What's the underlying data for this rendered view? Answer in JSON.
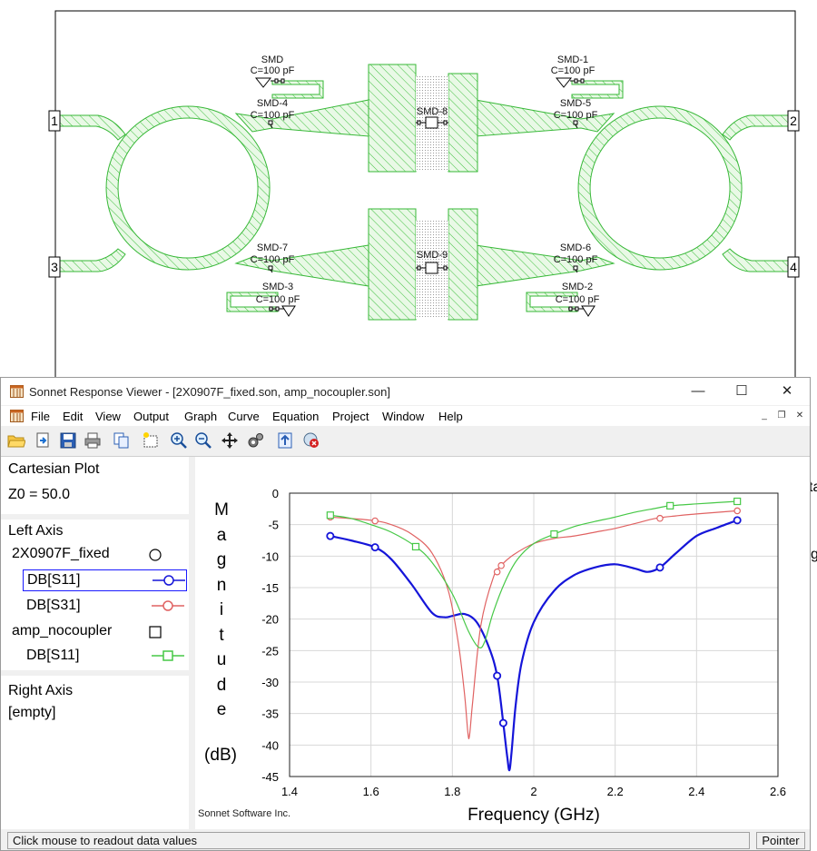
{
  "layout": {
    "ports": [
      "1",
      "2",
      "3",
      "4"
    ],
    "components": [
      {
        "id": "smd",
        "name": "SMD",
        "value": "C=100 pF"
      },
      {
        "id": "smd-1",
        "name": "SMD-1",
        "value": "C=100 pF"
      },
      {
        "id": "smd-4",
        "name": "SMD-4",
        "value": "C=100 pF"
      },
      {
        "id": "smd-5",
        "name": "SMD-5",
        "value": "C=100 pF"
      },
      {
        "id": "smd-8",
        "name": "SMD-8",
        "value": ""
      },
      {
        "id": "smd-7",
        "name": "SMD-7",
        "value": "C=100 pF"
      },
      {
        "id": "smd-6",
        "name": "SMD-6",
        "value": "C=100 pF"
      },
      {
        "id": "smd-9",
        "name": "SMD-9",
        "value": ""
      },
      {
        "id": "smd-3",
        "name": "SMD-3",
        "value": "C=100 pF"
      },
      {
        "id": "smd-2",
        "name": "SMD-2",
        "value": "C=100 pF"
      }
    ]
  },
  "window": {
    "title": "Sonnet Response Viewer - [2X0907F_fixed.son, amp_nocoupler.son]",
    "controls": {
      "minimize": "—",
      "maximize": "☐",
      "close": "✕"
    },
    "mdi_controls": {
      "minimize": "_",
      "restore": "❐",
      "close": "✕"
    }
  },
  "menu": [
    "File",
    "Edit",
    "View",
    "Output",
    "Graph",
    "Curve",
    "Equation",
    "Project",
    "Window",
    "Help"
  ],
  "toolbar": [
    "open-icon",
    "import-icon",
    "save-icon",
    "print-icon",
    "copy-icon",
    "select-icon",
    "zoom-in-icon",
    "zoom-out-icon",
    "pan-icon",
    "settings-icon",
    "refresh-icon",
    "stop-icon"
  ],
  "panels": {
    "plot_info": {
      "type": "Cartesian Plot",
      "z0": "Z0 = 50.0"
    },
    "left_axis": {
      "header": "Left Axis",
      "projects": [
        {
          "name": "2X0907F_fixed",
          "marker": "circle",
          "curves": [
            {
              "label": "DB[S11]",
              "color": "#1515d9",
              "marker": "circle",
              "selected": true
            },
            {
              "label": "DB[S31]",
              "color": "#e06262",
              "marker": "circle",
              "selected": false
            }
          ]
        },
        {
          "name": "amp_nocoupler",
          "marker": "square",
          "curves": [
            {
              "label": "DB[S11]",
              "color": "#46c846",
              "marker": "square",
              "selected": false
            }
          ]
        }
      ]
    },
    "right_axis": {
      "header": "Right Axis",
      "value": "[empty]"
    }
  },
  "chart_data": {
    "type": "line",
    "xlabel": "Frequency (GHz)",
    "ylabel_chars": [
      "M",
      "a",
      "g",
      "n",
      "i",
      "t",
      "u",
      "d",
      "e"
    ],
    "ylabel_unit": "(dB)",
    "xlim": [
      1.4,
      2.6
    ],
    "ylim": [
      -45,
      0
    ],
    "xticks": [
      "1.4",
      "1.6",
      "1.8",
      "2",
      "2.2",
      "2.4",
      "2.6"
    ],
    "yticks": [
      "0",
      "-5",
      "-10",
      "-15",
      "-20",
      "-25",
      "-30",
      "-35",
      "-40",
      "-45"
    ],
    "grid": true,
    "credit": "Sonnet Software Inc.",
    "series": [
      {
        "name": "DB[S11]",
        "project": "2X0907F_fixed",
        "color": "#1515d9",
        "width": 2.2,
        "x": [
          1.5,
          1.55,
          1.61,
          1.65,
          1.7,
          1.75,
          1.78,
          1.8,
          1.83,
          1.86,
          1.89,
          1.91,
          1.925,
          1.935,
          1.94,
          1.945,
          1.955,
          1.97,
          2.0,
          2.05,
          2.1,
          2.15,
          2.2,
          2.25,
          2.28,
          2.31,
          2.35,
          2.4,
          2.45,
          2.5
        ],
        "y": [
          -6.8,
          -7.5,
          -8.6,
          -10.5,
          -14.5,
          -19.0,
          -19.7,
          -19.5,
          -19.2,
          -20.5,
          -24.5,
          -29.0,
          -36.5,
          -42.0,
          -44.0,
          -41.5,
          -34.0,
          -27.0,
          -20.5,
          -15.5,
          -13.0,
          -11.8,
          -11.3,
          -12.0,
          -12.5,
          -11.8,
          -9.5,
          -6.8,
          -5.5,
          -4.3
        ],
        "marker_x": [
          1.5,
          1.61,
          1.91,
          1.925,
          2.31,
          2.5
        ],
        "marker_y": [
          -6.8,
          -8.6,
          -29.0,
          -36.5,
          -11.8,
          -4.3
        ]
      },
      {
        "name": "DB[S31]",
        "project": "2X0907F_fixed",
        "color": "#e06262",
        "width": 1.2,
        "x": [
          1.5,
          1.6,
          1.65,
          1.7,
          1.75,
          1.79,
          1.815,
          1.83,
          1.838,
          1.842,
          1.85,
          1.87,
          1.9,
          1.92,
          1.95,
          2.0,
          2.05,
          2.1,
          2.15,
          2.2,
          2.25,
          2.3,
          2.35,
          2.4,
          2.5
        ],
        "y": [
          -3.8,
          -4.3,
          -5.0,
          -6.5,
          -9.5,
          -15.5,
          -24.0,
          -32.0,
          -38.0,
          -38.5,
          -33.0,
          -21.0,
          -13.5,
          -11.5,
          -9.8,
          -8.0,
          -7.2,
          -6.8,
          -6.2,
          -5.6,
          -4.8,
          -4.0,
          -3.6,
          -3.3,
          -2.8
        ],
        "marker_x": [
          1.5,
          1.61,
          1.91,
          1.92,
          2.31,
          2.5
        ],
        "marker_y": [
          -3.8,
          -4.4,
          -12.5,
          -11.5,
          -4.0,
          -2.8
        ]
      },
      {
        "name": "DB[S11]",
        "project": "amp_nocoupler",
        "color": "#46c846",
        "width": 1.2,
        "x": [
          1.5,
          1.55,
          1.6,
          1.65,
          1.71,
          1.75,
          1.8,
          1.84,
          1.865,
          1.88,
          1.9,
          1.93,
          1.96,
          2.0,
          2.05,
          2.1,
          2.15,
          2.2,
          2.25,
          2.3,
          2.335,
          2.4,
          2.45,
          2.5
        ],
        "y": [
          -3.5,
          -4.0,
          -5.0,
          -6.2,
          -8.5,
          -11.0,
          -16.0,
          -22.0,
          -24.5,
          -23.5,
          -19.0,
          -14.0,
          -10.5,
          -8.0,
          -6.5,
          -5.3,
          -4.5,
          -3.8,
          -3.0,
          -2.4,
          -2.0,
          -1.7,
          -1.5,
          -1.3
        ],
        "marker_x": [
          1.5,
          1.71,
          2.05,
          2.335,
          2.5
        ],
        "marker_y": [
          -3.5,
          -8.5,
          -6.5,
          -2.0,
          -1.3
        ]
      }
    ]
  },
  "status": {
    "message": "Click mouse to readout data values",
    "mode": "Pointer"
  },
  "obscured_right": {
    "text1": "ta",
    "text2": "g"
  }
}
